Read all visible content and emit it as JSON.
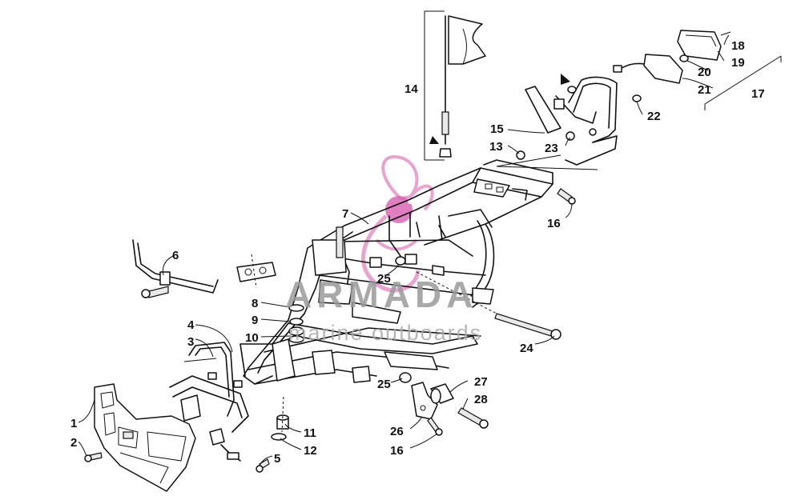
{
  "watermark": {
    "brand": "ARMADA",
    "tagline": "marine outboards",
    "logo_color": "#e8a3cf",
    "logo_accent": "#d75fb0"
  },
  "callouts": {
    "c1": "1",
    "c2": "2",
    "c3": "3",
    "c4": "4",
    "c5": "5",
    "c6": "6",
    "c7": "7",
    "c8": "8",
    "c9": "9",
    "c10": "10",
    "c11": "11",
    "c12": "12",
    "c13": "13",
    "c14": "14",
    "c15": "15",
    "c16a": "16",
    "c16b": "16",
    "c17": "17",
    "c18": "18",
    "c19": "19",
    "c20": "20",
    "c21": "21",
    "c22": "22",
    "c23": "23",
    "c24": "24",
    "c25a": "25",
    "c25b": "25",
    "c26": "26",
    "c27": "27",
    "c28": "28"
  }
}
